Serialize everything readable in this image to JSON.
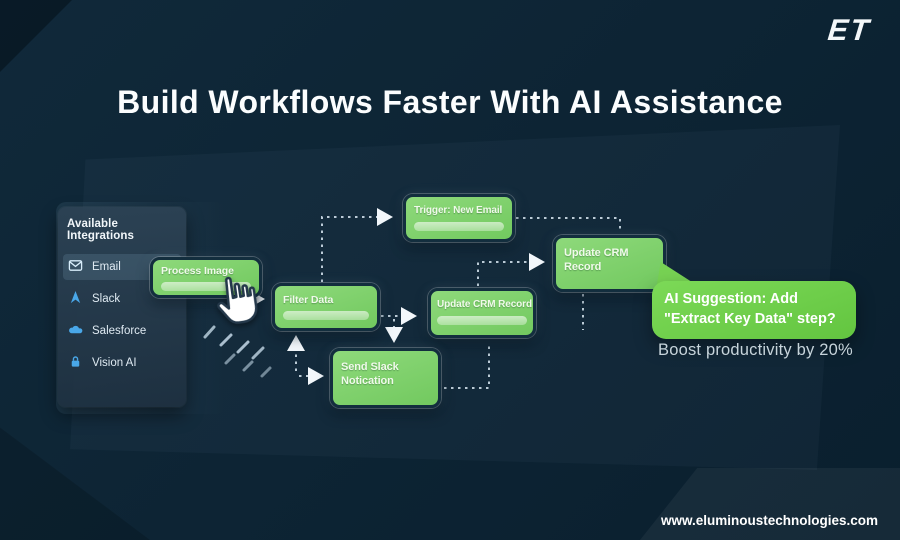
{
  "brand": {
    "logo": "ET",
    "website": "www.eluminoustechnologies.com"
  },
  "title": "Build Workflows Faster With AI Assistance",
  "sidebar": {
    "header": "Available Integrations",
    "items": [
      {
        "label": "Email",
        "icon": "email-icon"
      },
      {
        "label": "Slack",
        "icon": "slack-icon"
      },
      {
        "label": "Salesforce",
        "icon": "salesforce-cloud-icon"
      },
      {
        "label": "Vision AI",
        "icon": "vision-ai-lock-icon"
      }
    ]
  },
  "workflow": {
    "nodes": [
      {
        "id": "process-image",
        "label": "Process Image"
      },
      {
        "id": "filter-data",
        "label": "Filter Data"
      },
      {
        "id": "trigger-new-email",
        "label": "Trigger: New Email"
      },
      {
        "id": "update-crm-mid",
        "label": "Update CRM Record"
      },
      {
        "id": "send-slack-notification",
        "label": "Send Slack Notication"
      },
      {
        "id": "update-crm-top",
        "label": "Update CRM Record"
      }
    ]
  },
  "ai_suggestion": {
    "line1": "AI Suggestion: Add",
    "line2": "\"Extract Key Data\" step?",
    "caption": "Boost productivity  by 20%"
  },
  "colors": {
    "background": "#0d2434",
    "node_green": "#7fd16b",
    "bubble_green": "#6fd14c",
    "accent_blue": "#49a7e8"
  }
}
